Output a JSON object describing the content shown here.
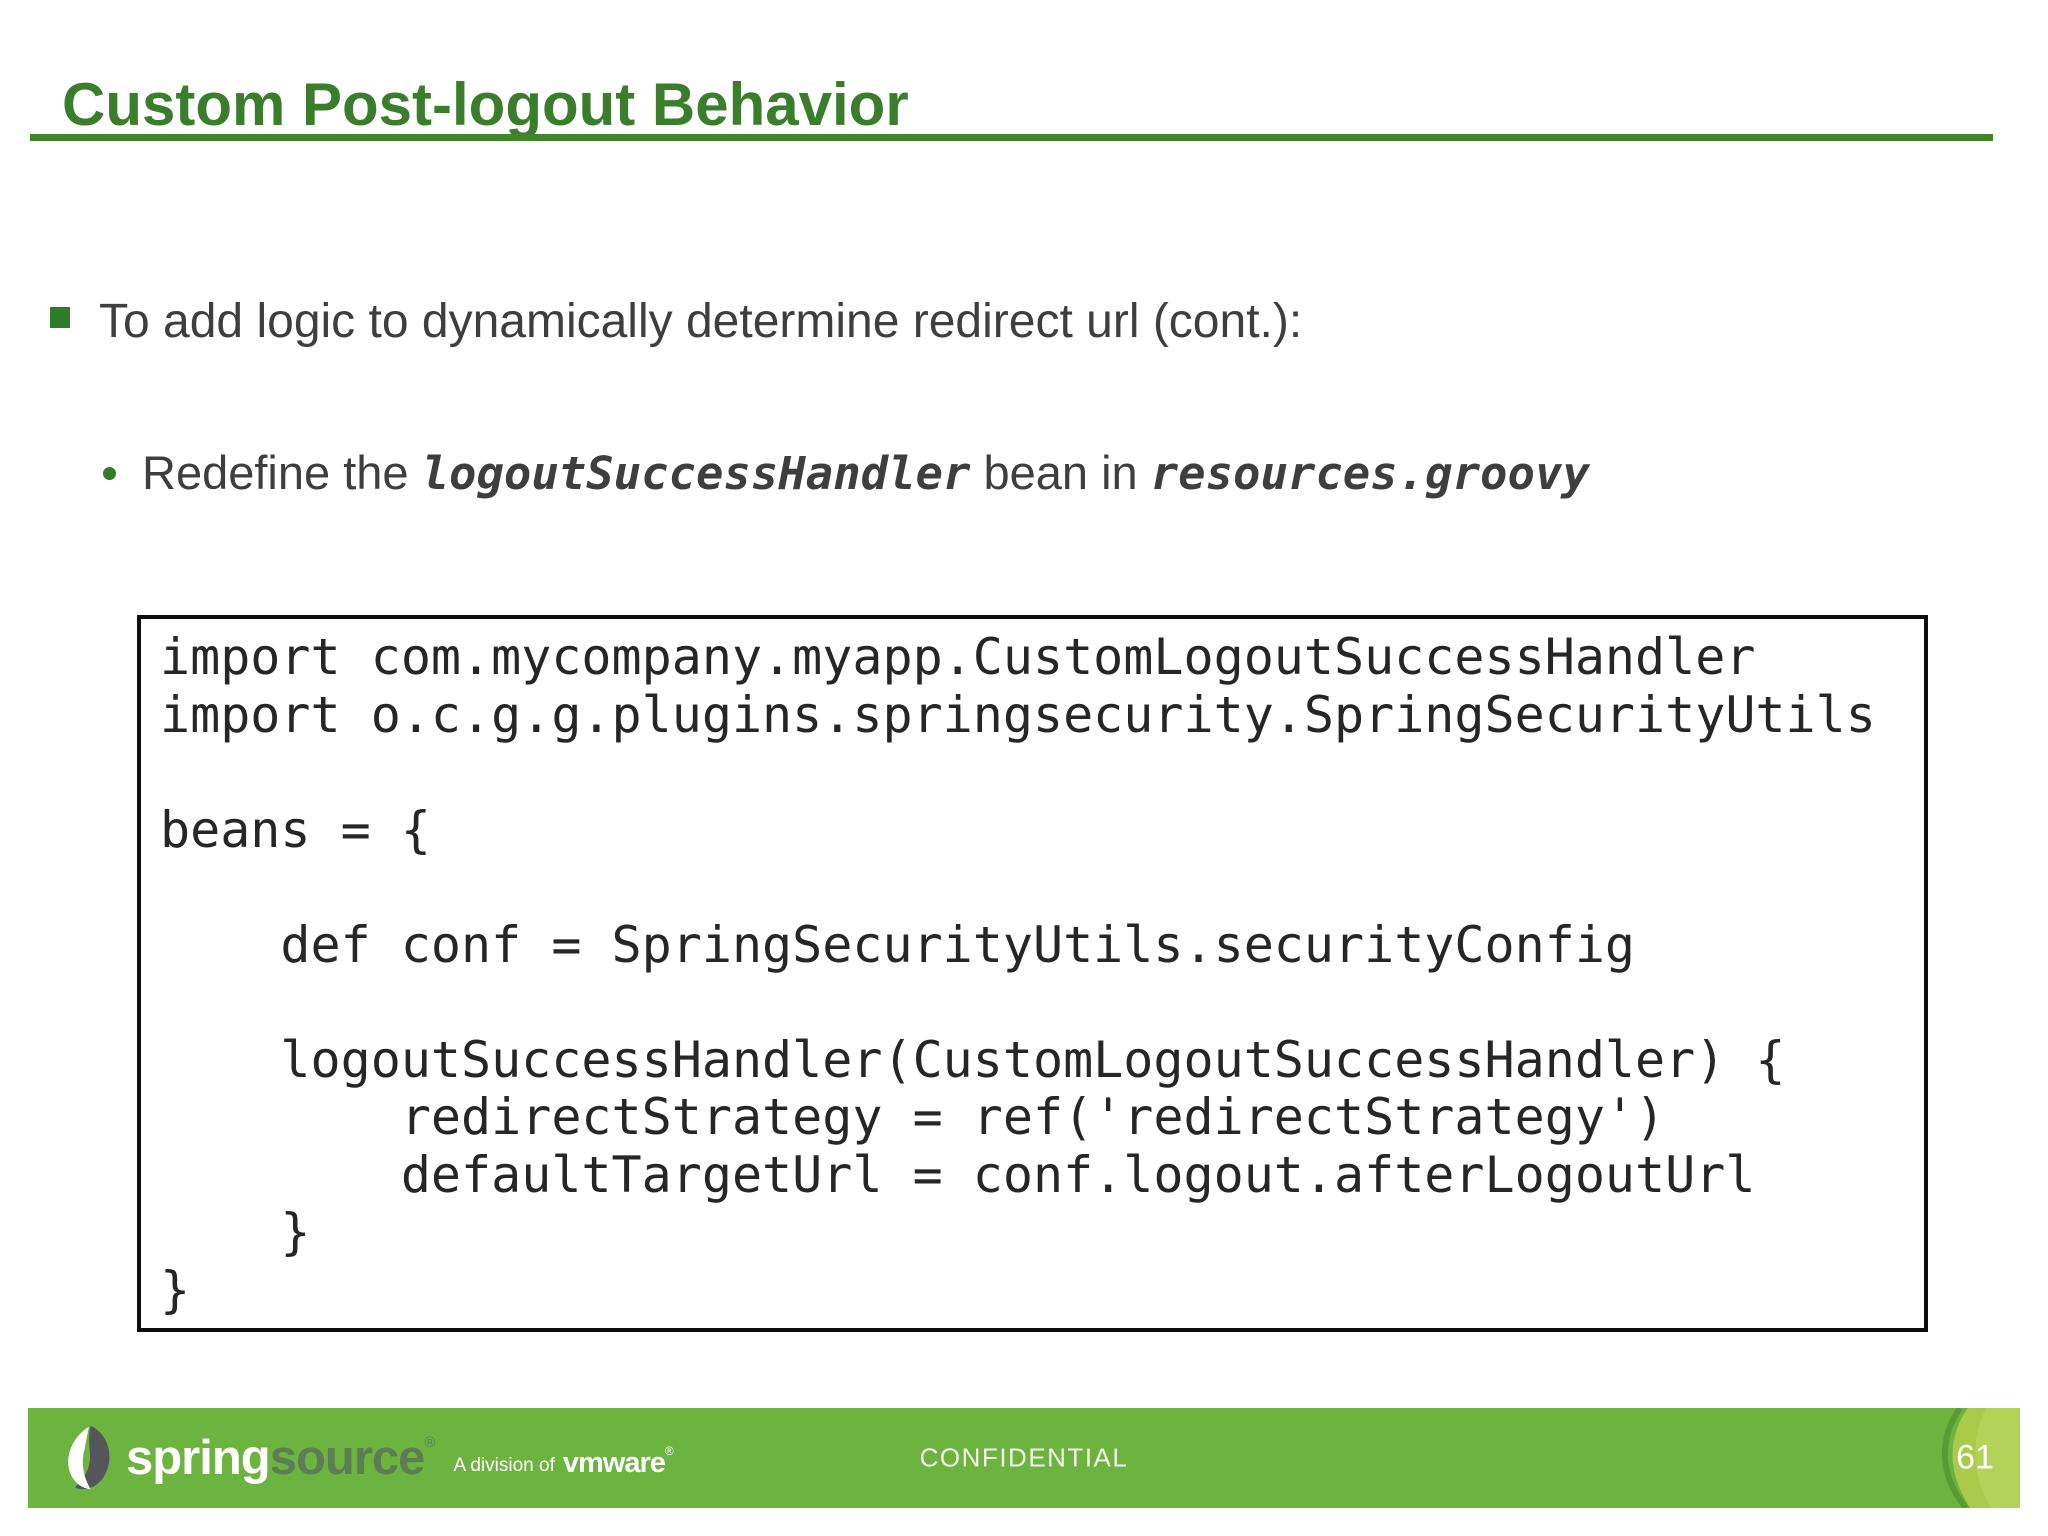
{
  "title": "Custom Post-logout Behavior",
  "bullets": {
    "main": "To add logic to dynamically determine redirect url (cont.):",
    "sub_prefix": "Redefine the ",
    "sub_code1": "logoutSuccessHandler",
    "sub_middle": " bean in ",
    "sub_code2": "resources.groovy"
  },
  "code_block": {
    "text": "import com.mycompany.myapp.CustomLogoutSuccessHandler\nimport o.c.g.g.plugins.springsecurity.SpringSecurityUtils\n\nbeans = {\n\n    def conf = SpringSecurityUtils.securityConfig\n\n    logoutSuccessHandler(CustomLogoutSuccessHandler) {\n        redirectStrategy = ref('redirectStrategy')\n        defaultTargetUrl = conf.logout.afterLogoutUrl\n    }\n}"
  },
  "footer": {
    "logo_spring": "spring",
    "logo_source": "source",
    "source_mark": "®",
    "division_text": "A division of",
    "vmware_text": "vmware",
    "vmware_mark": "®",
    "confidential": "CONFIDENTIAL",
    "page_number": "61"
  },
  "colors": {
    "heading_green": "#3a7d2b",
    "rule_green": "#42862c",
    "bullet_green": "#2f7d2b",
    "footer_bar_green": "#6cb33f",
    "leaf_decor_light_green": "#a9cb49",
    "logo_source_gray_green": "#5b7e55",
    "body_text": "#3e3e3e",
    "code_text": "#262626",
    "code_border": "#0d0d0d"
  }
}
